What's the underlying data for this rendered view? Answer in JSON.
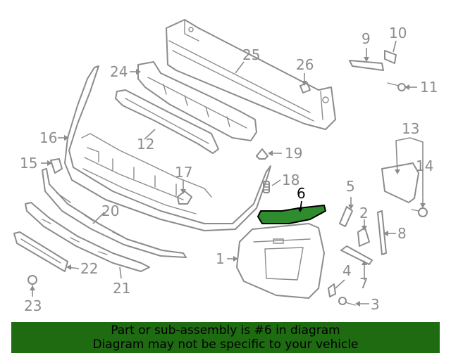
{
  "callouts": {
    "c1": "1",
    "c2": "2",
    "c3": "3",
    "c4": "4",
    "c5": "5",
    "c6": "6",
    "c7": "7",
    "c8": "8",
    "c9": "9",
    "c10": "10",
    "c11": "11",
    "c12": "12",
    "c13": "13",
    "c14": "14",
    "c15": "15",
    "c16": "16",
    "c17": "17",
    "c18": "18",
    "c19": "19",
    "c20": "20",
    "c21": "21",
    "c22": "22",
    "c23": "23",
    "c24": "24",
    "c25": "25",
    "c26": "26"
  },
  "highlighted_part": "6",
  "banner": {
    "line1": "Part or sub-assembly is #6 in diagram",
    "line2": "Diagram may not be specific to your vehicle"
  },
  "colors": {
    "line_art": "#8c8c8c",
    "highlight_fill": "#2e8b2e",
    "banner_bg": "#1e6b12"
  }
}
